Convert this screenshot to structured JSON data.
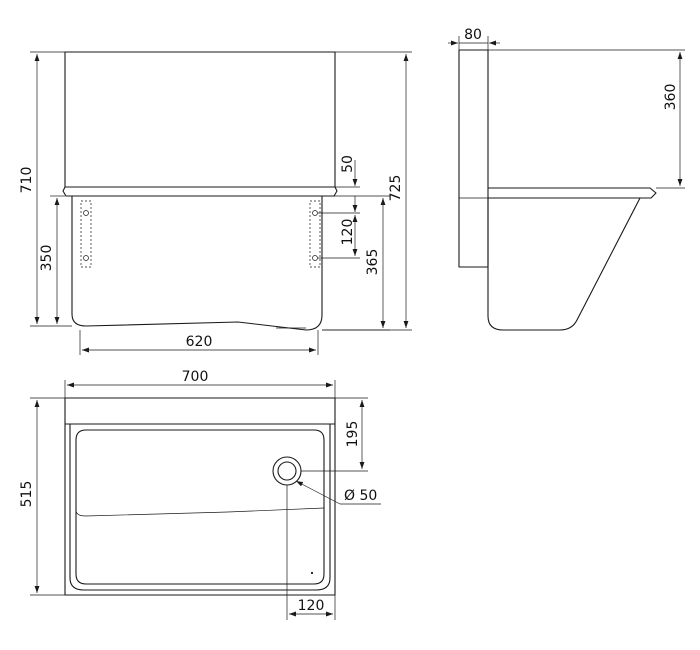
{
  "dimensions": {
    "front_total_height": "710",
    "front_bowl_height": "350",
    "front_width": "620",
    "front_bracket_offset": "50",
    "front_bracket_spacing": "120",
    "front_bracket_height": "365",
    "front_overall_height": "725",
    "side_splashback_depth": "80",
    "side_splashback_height": "360",
    "top_width": "700",
    "top_depth": "515",
    "top_drain_offset": "195",
    "top_drain_diameter": "Ø 50",
    "top_drain_side_offset": "120"
  },
  "colors": {
    "line": "#1a1a1a",
    "background": "#ffffff"
  }
}
